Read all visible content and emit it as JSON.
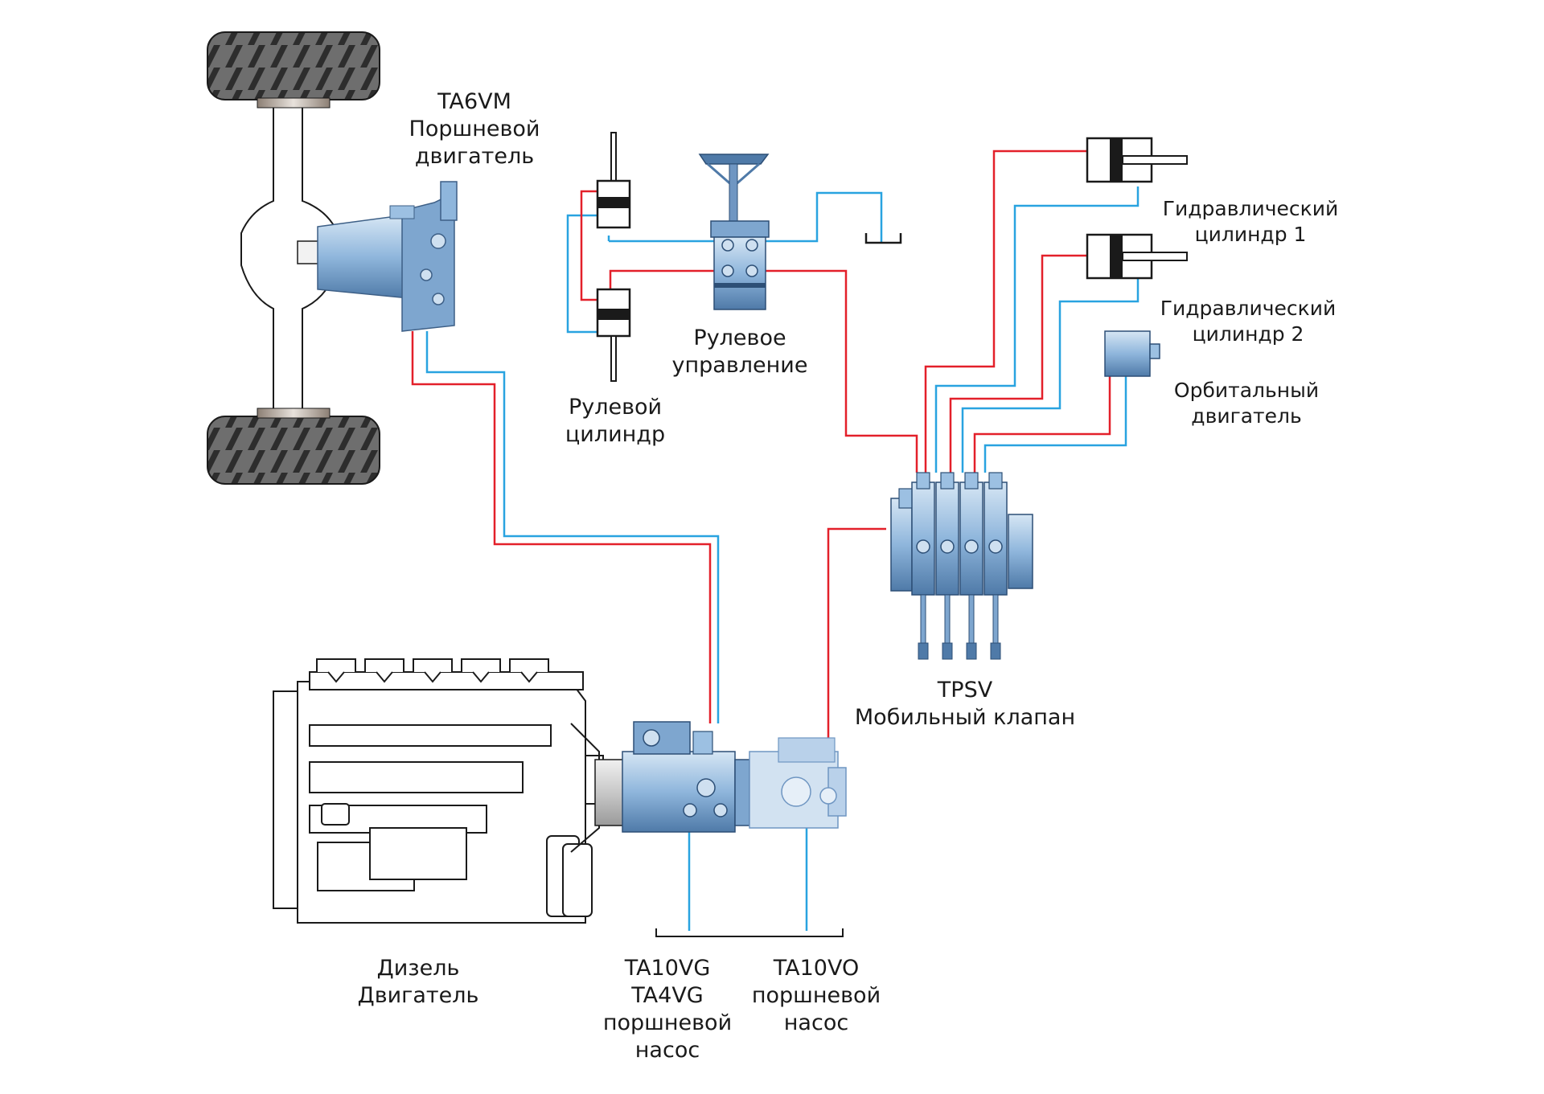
{
  "colors": {
    "pressure_line": "#e3202a",
    "return_line": "#29a3e0",
    "component_fill": "#a9c8e6",
    "component_dark": "#5b86b5",
    "outline": "#1a1a1a"
  },
  "labels": {
    "ta6vm": [
      "TA6VM",
      "Поршневой",
      "двигатель"
    ],
    "steering_control": [
      "Рулевое",
      "управление"
    ],
    "steering_cylinder": [
      "Рулевой",
      "цилиндр"
    ],
    "hyd_cyl_1": [
      "Гидравлический",
      "цилиндр 1"
    ],
    "hyd_cyl_2": [
      "Гидравлический",
      "цилиндр 2"
    ],
    "orbital_motor": [
      "Орбитальный",
      "двигатель"
    ],
    "tpsv": [
      "TPSV",
      "Мобильный клапан"
    ],
    "diesel": [
      "Дизель",
      "Двигатель"
    ],
    "ta10vg": [
      "TA10VG",
      "TA4VG",
      "поршневой",
      "насос"
    ],
    "ta10vo": [
      "TA10VO",
      "поршневой",
      "насос"
    ]
  },
  "icons": {
    "tire_top": "tire-icon",
    "tire_bottom": "tire-icon",
    "piston_motor": "hydraulic-motor-icon",
    "steering_wheel": "steering-wheel-icon",
    "steering_unit": "steering-unit-icon",
    "steering_cyl_upper": "cylinder-icon",
    "steering_cyl_lower": "cylinder-icon",
    "hyd_cyl_1": "cylinder-icon",
    "hyd_cyl_2": "cylinder-icon",
    "orbital": "orbital-motor-icon",
    "valve": "valve-block-icon",
    "engine": "diesel-engine-icon",
    "pump_main": "piston-pump-icon",
    "pump_aux": "piston-pump-icon",
    "tank": "tank-icon"
  }
}
